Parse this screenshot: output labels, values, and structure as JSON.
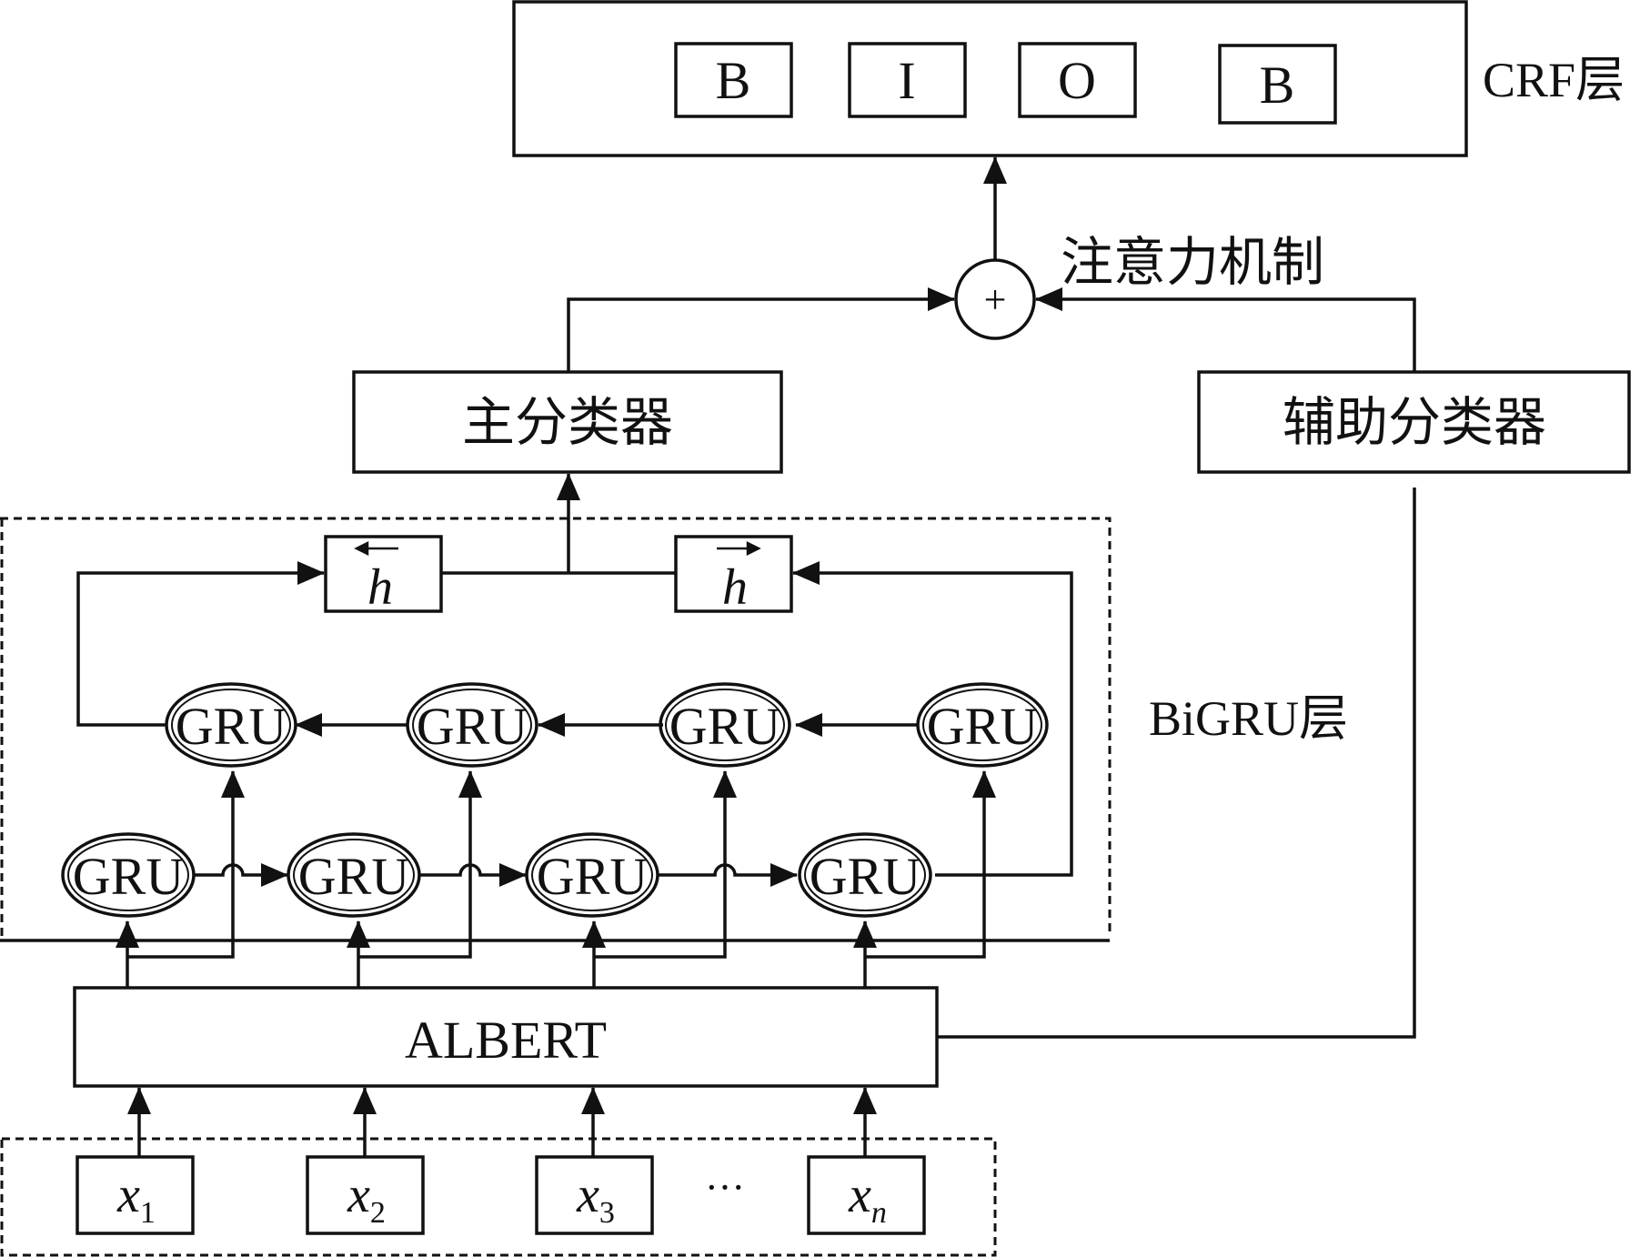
{
  "crf": {
    "tags": [
      "B",
      "I",
      "O",
      "B"
    ],
    "label": "CRF层"
  },
  "attention": {
    "symbol": "+",
    "label": "注意力机制"
  },
  "main_classifier": {
    "label": "主分类器"
  },
  "aux_classifier": {
    "label": "辅助分类器"
  },
  "bigru": {
    "label": "BiGRU层",
    "hidden_symbol": "h",
    "gru_label": "GRU"
  },
  "albert": {
    "label": "ALBERT"
  },
  "inputs": {
    "tokens": [
      {
        "base": "x",
        "sub": "1"
      },
      {
        "base": "x",
        "sub": "2"
      },
      {
        "base": "x",
        "sub": "3"
      },
      {
        "base": "x",
        "sub": "n"
      }
    ],
    "ellipsis": "···"
  }
}
